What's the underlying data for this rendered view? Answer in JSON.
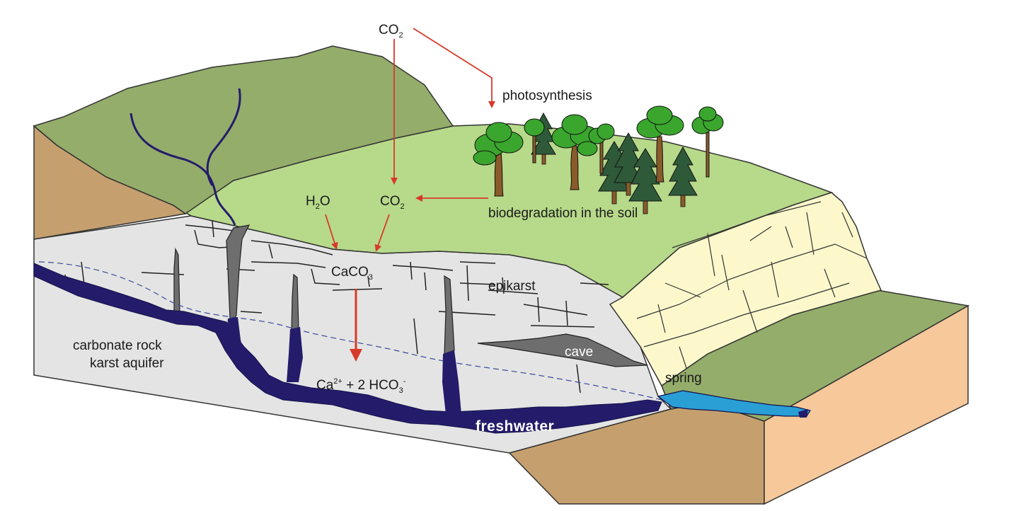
{
  "labels": {
    "co2_top": {
      "main": "CO",
      "sub": "2"
    },
    "photosynthesis": "photosynthesis",
    "h2o": {
      "pre": "H",
      "sub": "2",
      "post": "O"
    },
    "co2_soil": {
      "main": "CO",
      "sub": "2"
    },
    "biodegradation": "biodegradation in the soil",
    "caco3": {
      "pre": "CaCO",
      "sub": "3"
    },
    "epikarst": "epikarst",
    "aquifer_line1": "carbonate rock",
    "aquifer_line2": "karst aquifer",
    "cave": "cave",
    "spring": "spring",
    "freshwater": "freshwater",
    "dissolved": {
      "ca": "Ca",
      "ca_sup": "2+",
      "mid": " + 2 HCO",
      "sub": "3",
      "sup": "-"
    }
  },
  "colors": {
    "hill": "#94ad6b",
    "grass": "#b7d98a",
    "limestone": "#e4e4e4",
    "cliff": "#fcf8cc",
    "soil_side": "#c5a06e",
    "soil_front": "#f6c89a",
    "water": "#241c6b",
    "stream": "#2a9fd6",
    "arrow": "#d63a2a",
    "cave_fill": "#6e6e6e",
    "tree_deciduous": "#3aa62e",
    "tree_conifer": "#2f5a3a",
    "trunk": "#8a5a2a"
  }
}
